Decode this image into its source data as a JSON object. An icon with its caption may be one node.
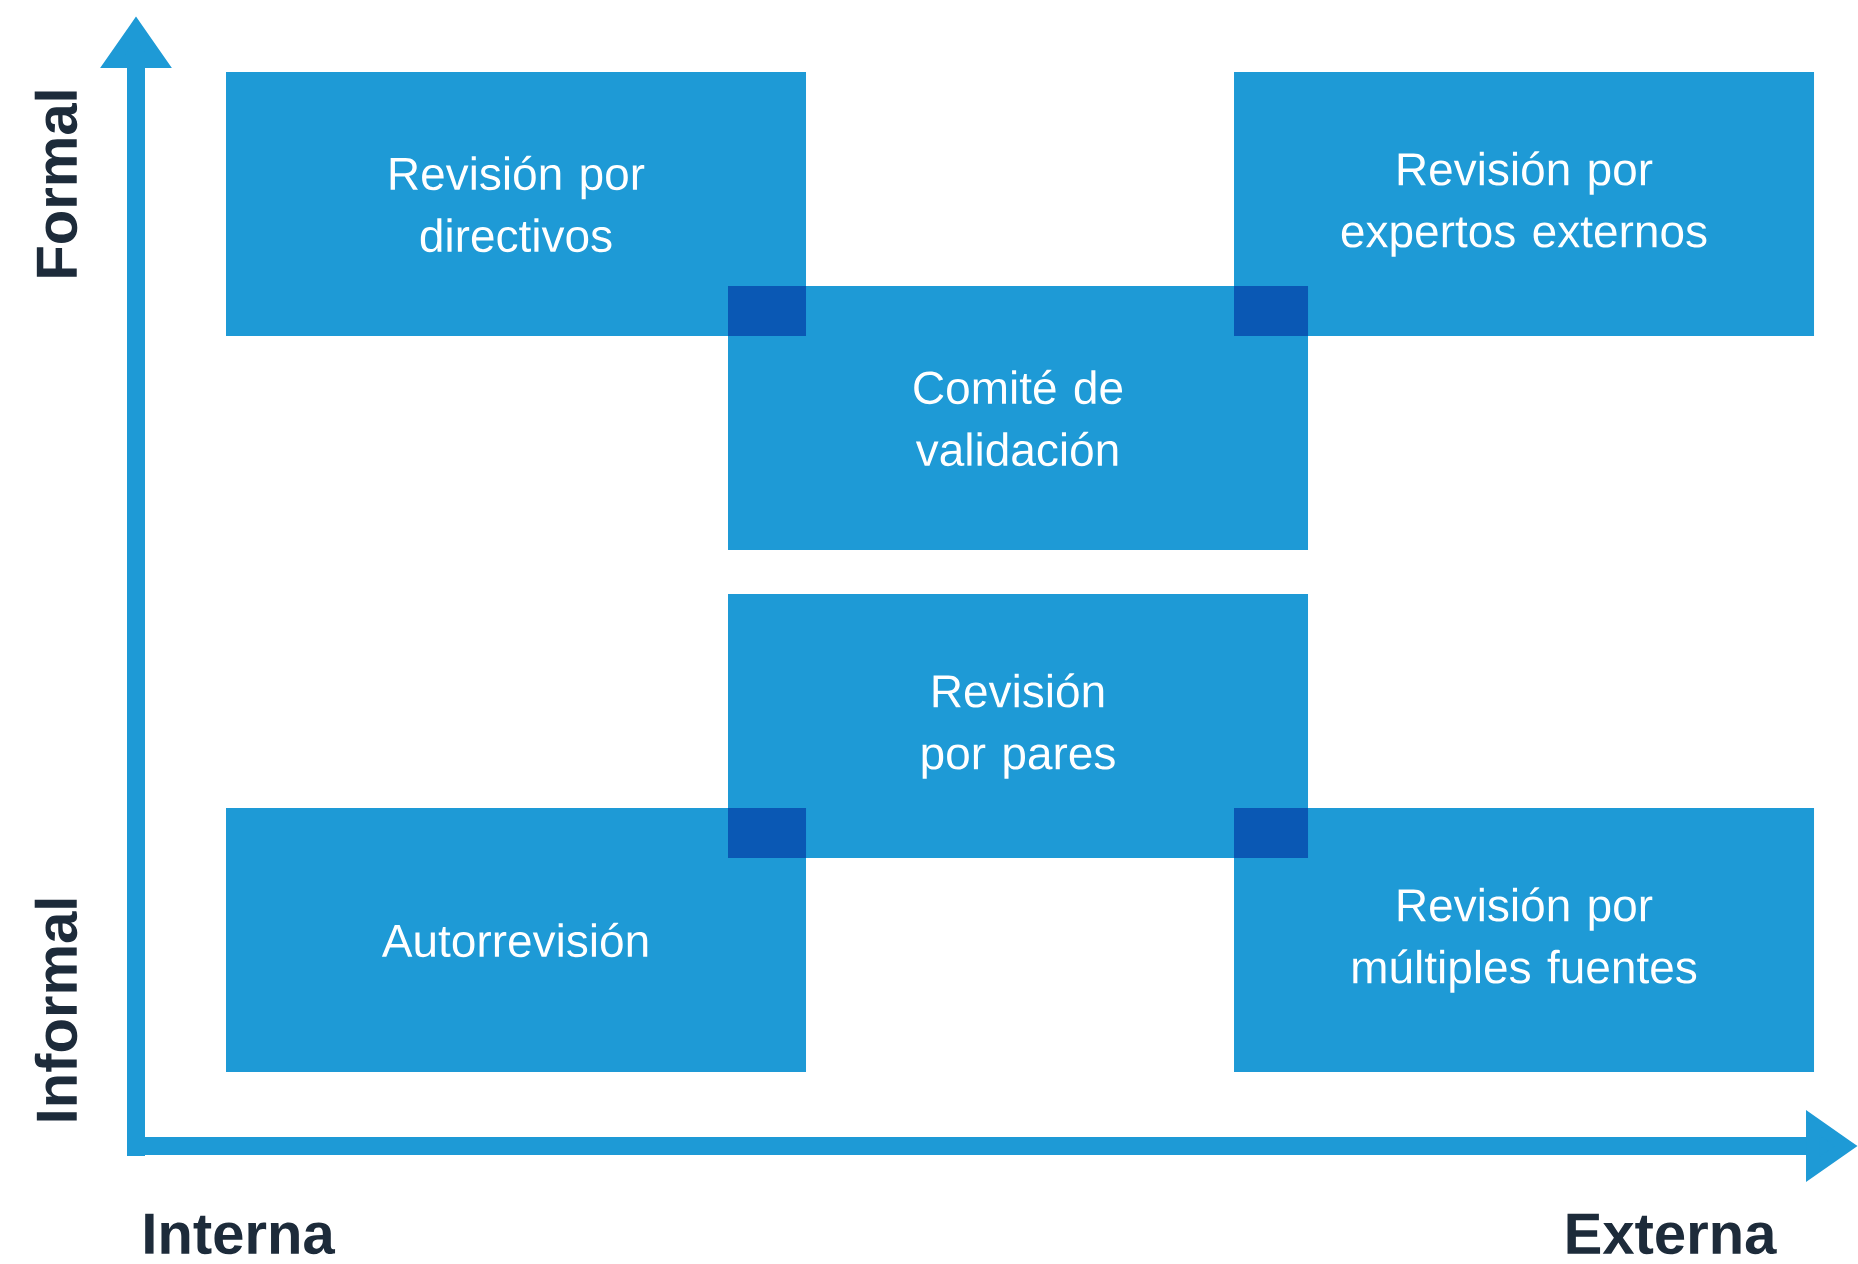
{
  "diagram": {
    "nodes": [
      {
        "text": [
          "Revisión por directivos"
        ]
      },
      {
        "text": [
          "Revisión por expertos externos"
        ]
      },
      {
        "text": [
          "Comité de validación"
        ]
      },
      {
        "text": [
          "Revisión por pares"
        ]
      },
      {
        "text": [
          "Autorrevisión"
        ]
      },
      {
        "text": [
          "Revisión por múltiples fuentes"
        ]
      }
    ],
    "labels": [
      "Formal",
      "Informal",
      "Interna",
      "Externa"
    ]
  }
}
